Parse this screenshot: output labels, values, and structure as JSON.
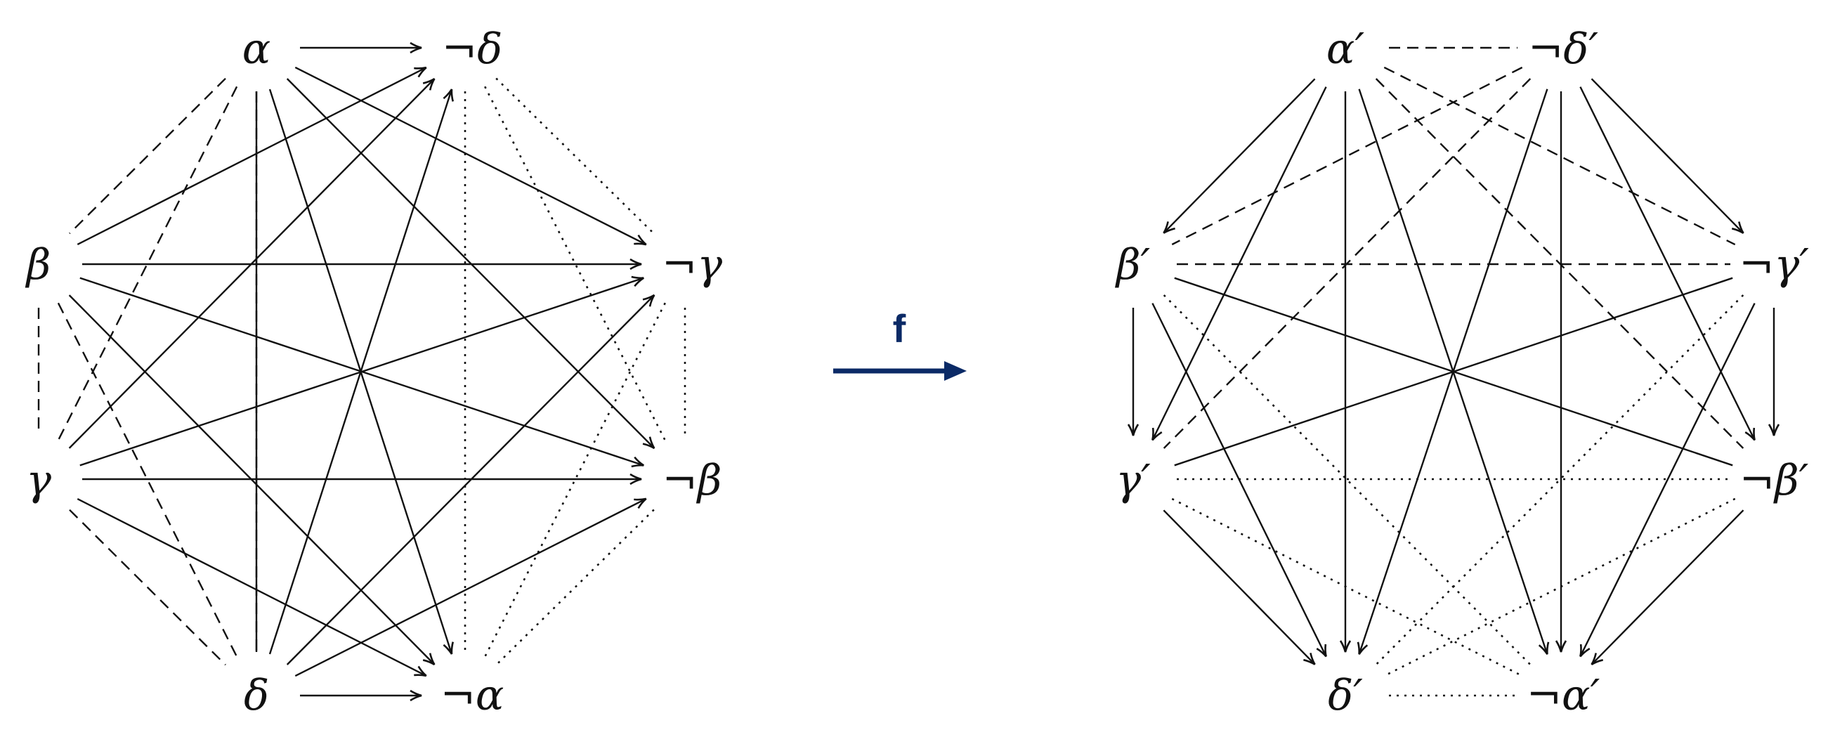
{
  "left_diagram": {
    "nodes": {
      "a": "α",
      "nd": "¬δ",
      "b": "β",
      "ng": "¬γ",
      "g": "γ",
      "nb": "¬β",
      "d": "δ",
      "na": "¬α"
    },
    "edges": [
      {
        "from": "a",
        "to": "nd",
        "style": "solid",
        "arrow": true
      },
      {
        "from": "d",
        "to": "na",
        "style": "solid",
        "arrow": true
      },
      {
        "from": "a",
        "to": "ng",
        "style": "solid",
        "arrow": true
      },
      {
        "from": "a",
        "to": "nb",
        "style": "solid",
        "arrow": true
      },
      {
        "from": "a",
        "to": "na",
        "style": "solid",
        "arrow": true
      },
      {
        "from": "a",
        "to": "d",
        "style": "solid",
        "arrow": false
      },
      {
        "from": "b",
        "to": "nd",
        "style": "solid",
        "arrow": true
      },
      {
        "from": "b",
        "to": "ng",
        "style": "solid",
        "arrow": true
      },
      {
        "from": "b",
        "to": "nb",
        "style": "solid",
        "arrow": true
      },
      {
        "from": "b",
        "to": "na",
        "style": "solid",
        "arrow": true
      },
      {
        "from": "g",
        "to": "nd",
        "style": "solid",
        "arrow": true
      },
      {
        "from": "g",
        "to": "ng",
        "style": "solid",
        "arrow": true
      },
      {
        "from": "g",
        "to": "nb",
        "style": "solid",
        "arrow": true
      },
      {
        "from": "g",
        "to": "na",
        "style": "solid",
        "arrow": true
      },
      {
        "from": "d",
        "to": "nd",
        "style": "solid",
        "arrow": true
      },
      {
        "from": "d",
        "to": "ng",
        "style": "solid",
        "arrow": true
      },
      {
        "from": "d",
        "to": "nb",
        "style": "solid",
        "arrow": true
      },
      {
        "from": "a",
        "to": "b",
        "style": "dashed",
        "arrow": false
      },
      {
        "from": "a",
        "to": "g",
        "style": "dashed",
        "arrow": false
      },
      {
        "from": "a",
        "to": "d",
        "style": "dashed",
        "arrow": false
      },
      {
        "from": "b",
        "to": "g",
        "style": "dashed",
        "arrow": false
      },
      {
        "from": "b",
        "to": "d",
        "style": "dashed",
        "arrow": false
      },
      {
        "from": "g",
        "to": "d",
        "style": "dashed",
        "arrow": false
      },
      {
        "from": "nd",
        "to": "ng",
        "style": "dotted",
        "arrow": false
      },
      {
        "from": "nd",
        "to": "nb",
        "style": "dotted",
        "arrow": false
      },
      {
        "from": "nd",
        "to": "na",
        "style": "dotted",
        "arrow": false
      },
      {
        "from": "ng",
        "to": "nb",
        "style": "dotted",
        "arrow": false
      },
      {
        "from": "ng",
        "to": "na",
        "style": "dotted",
        "arrow": false
      },
      {
        "from": "nb",
        "to": "na",
        "style": "dotted",
        "arrow": false
      }
    ]
  },
  "middle": {
    "label": "f",
    "color": "#0b2a66"
  },
  "right_diagram": {
    "nodes": {
      "a": "α′",
      "nd": "¬δ′",
      "b": "β′",
      "ng": "¬γ′",
      "g": "γ′",
      "nb": "¬β′",
      "d": "δ′",
      "na": "¬α′"
    },
    "edges": [
      {
        "from": "a",
        "to": "nd",
        "style": "dashed",
        "arrow": false
      },
      {
        "from": "d",
        "to": "na",
        "style": "dotted",
        "arrow": false
      },
      {
        "from": "a",
        "to": "b",
        "style": "solid",
        "arrow": true
      },
      {
        "from": "a",
        "to": "g",
        "style": "solid",
        "arrow": true
      },
      {
        "from": "a",
        "to": "d",
        "style": "solid",
        "arrow": true
      },
      {
        "from": "a",
        "to": "na",
        "style": "solid",
        "arrow": true
      },
      {
        "from": "nd",
        "to": "ng",
        "style": "solid",
        "arrow": true
      },
      {
        "from": "nd",
        "to": "nb",
        "style": "solid",
        "arrow": true
      },
      {
        "from": "nd",
        "to": "d",
        "style": "solid",
        "arrow": true
      },
      {
        "from": "nd",
        "to": "na",
        "style": "solid",
        "arrow": true
      },
      {
        "from": "b",
        "to": "g",
        "style": "solid",
        "arrow": true
      },
      {
        "from": "b",
        "to": "d",
        "style": "solid",
        "arrow": true
      },
      {
        "from": "ng",
        "to": "nb",
        "style": "solid",
        "arrow": true
      },
      {
        "from": "ng",
        "to": "na",
        "style": "solid",
        "arrow": true
      },
      {
        "from": "g",
        "to": "d",
        "style": "solid",
        "arrow": true
      },
      {
        "from": "nb",
        "to": "na",
        "style": "solid",
        "arrow": true
      },
      {
        "from": "b",
        "to": "nb",
        "style": "solid",
        "arrow": false
      },
      {
        "from": "g",
        "to": "ng",
        "style": "solid",
        "arrow": false
      },
      {
        "from": "a",
        "to": "ng",
        "style": "dashed",
        "arrow": false
      },
      {
        "from": "a",
        "to": "nb",
        "style": "dashed",
        "arrow": false
      },
      {
        "from": "nd",
        "to": "b",
        "style": "dashed",
        "arrow": false
      },
      {
        "from": "nd",
        "to": "g",
        "style": "dashed",
        "arrow": false
      },
      {
        "from": "b",
        "to": "ng",
        "style": "dashed",
        "arrow": false
      },
      {
        "from": "g",
        "to": "nb",
        "style": "dotted",
        "arrow": false
      },
      {
        "from": "b",
        "to": "na",
        "style": "dotted",
        "arrow": false
      },
      {
        "from": "g",
        "to": "na",
        "style": "dotted",
        "arrow": false
      },
      {
        "from": "ng",
        "to": "d",
        "style": "dotted",
        "arrow": false
      },
      {
        "from": "nb",
        "to": "d",
        "style": "dotted",
        "arrow": false
      }
    ]
  }
}
